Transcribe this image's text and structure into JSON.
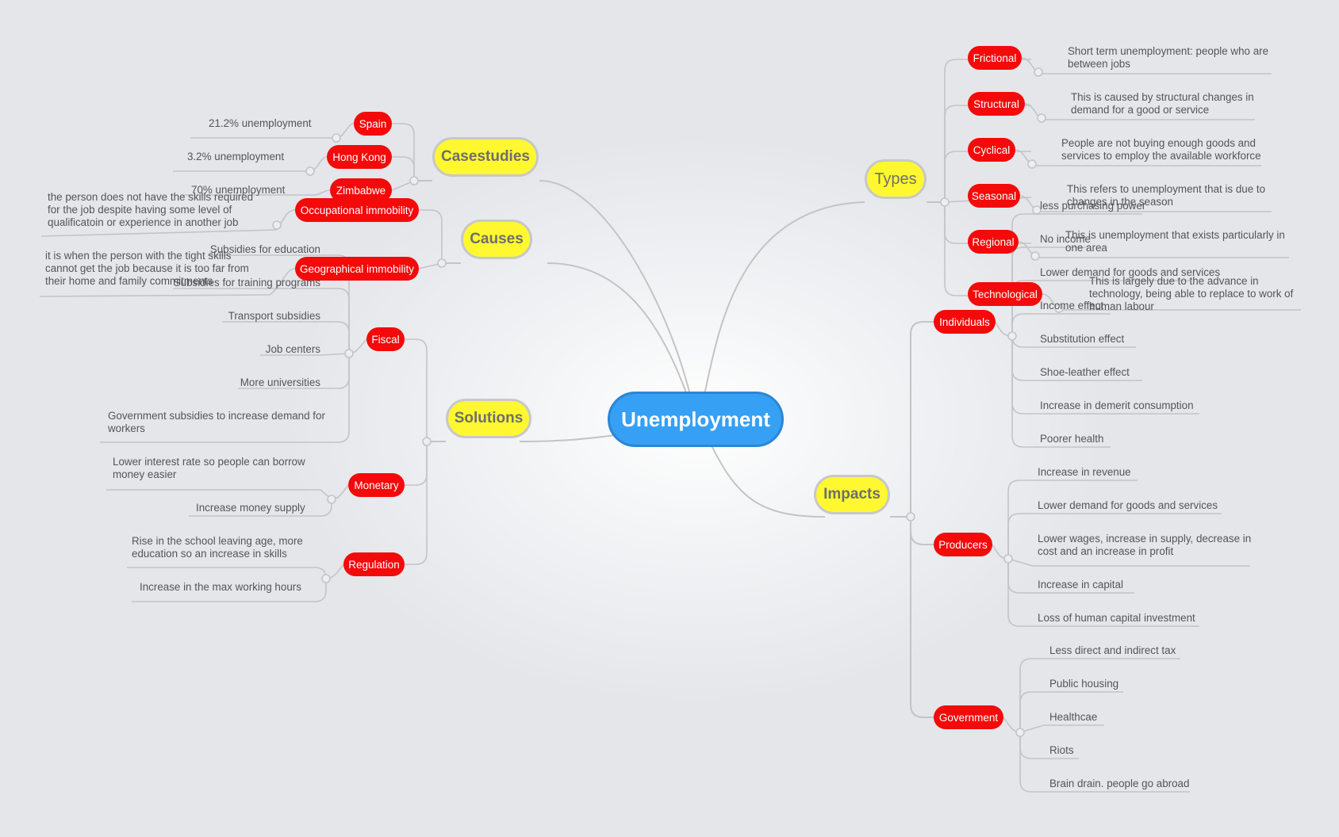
{
  "central": "Unemployment",
  "branches": {
    "types": {
      "label": "Types",
      "subs": [
        {
          "label": "Frictional",
          "leaf": "Short term unemployment: people who are between jobs"
        },
        {
          "label": "Structural",
          "leaf": "This is caused by structural changes in demand for a good or service"
        },
        {
          "label": "Cyclical",
          "leaf": "People are not buying enough goods and services to employ the available workforce"
        },
        {
          "label": "Seasonal",
          "leaf": "This refers to unemployment that is due to changes in the season"
        },
        {
          "label": "Regional",
          "leaf": "This is unemployment that exists particularly in one area"
        },
        {
          "label": "Technological",
          "leaf": "This is largely due to the advance in technology, being able to replace to work of human labour"
        }
      ]
    },
    "impacts": {
      "label": "Impacts",
      "individuals": {
        "label": "Individuals",
        "leaves": [
          "less purchasing power",
          "No income",
          "Lower demand for goods and services",
          "Income effect",
          "Substitution effect",
          "Shoe-leather effect",
          "Increase in demerit consumption",
          "Poorer health"
        ]
      },
      "producers": {
        "label": "Producers",
        "leaves": [
          "Increase in revenue",
          "Lower demand for goods and services",
          "Lower wages, increase in supply, decrease in  cost and an increase in profit",
          "Increase in capital",
          "Loss of human capital investment"
        ]
      },
      "government": {
        "label": "Government",
        "leaves": [
          "Less direct and indirect tax",
          "Public housing",
          "Healthcae",
          "Riots",
          "Brain drain. people go abroad"
        ]
      }
    },
    "casestudies": {
      "label": "Casestudies",
      "subs": [
        {
          "label": "Spain",
          "leaf": "21.2% unemployment"
        },
        {
          "label": "Hong Kong",
          "leaf": "3.2% unemployment"
        },
        {
          "label": "Zimbabwe",
          "leaf": "70% unemployment"
        }
      ]
    },
    "causes": {
      "label": "Causes",
      "subs": [
        {
          "label": "Occupational immobility",
          "leaf": "the person does not have the skills required for the job despite having some level of qualificatoin or experience in another job"
        },
        {
          "label": "Geographical immobility",
          "leaf": "it is when the person with the tight skills cannot get the job because it is too far from their home and family commitments"
        }
      ]
    },
    "solutions": {
      "label": "Solutions",
      "fiscal": {
        "label": "Fiscal",
        "leaves": [
          "Subsidies for education",
          "Subsidies for training programs",
          "Transport subsidies",
          "Job centers",
          "More universities",
          "Government subsidies to increase demand for workers"
        ]
      },
      "monetary": {
        "label": "Monetary",
        "leaves": [
          "Lower interest rate so people can borrow money easier",
          "Increase money supply"
        ]
      },
      "regulation": {
        "label": "Regulation",
        "leaves": [
          "Rise in the school leaving age, more education so an increase in skills",
          "Increase in the max working hours"
        ]
      }
    }
  }
}
